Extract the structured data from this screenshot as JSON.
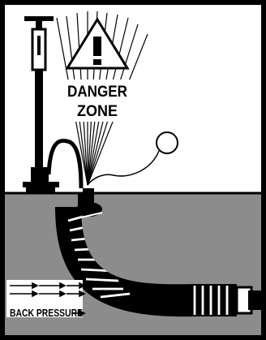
{
  "diagram": {
    "warning_label_line1": "DANGER",
    "warning_label_line2": "ZONE",
    "pressure_label": "BACK PRESSURE",
    "warning_sign_icon": "exclamation-triangle-icon",
    "colors": {
      "ink": "#000000",
      "ground": "#8c8c8c",
      "paper": "#ffffff"
    }
  }
}
